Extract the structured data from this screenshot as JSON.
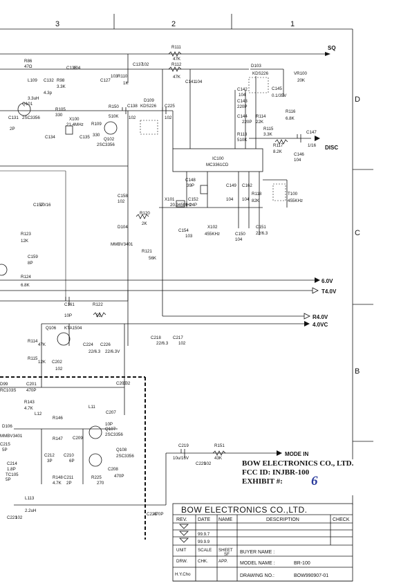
{
  "zones": {
    "top": [
      "3",
      "2",
      "1"
    ],
    "right": [
      "D",
      "C",
      "B"
    ]
  },
  "components": {
    "R111": "R111",
    "R111v": "47K",
    "R112": "R112",
    "R112v": "47K",
    "R86": "R86",
    "R86v": "47Ω",
    "C132": "C132",
    "C132v": "4.3p",
    "R98": "R98",
    "R98v": "3.3K",
    "L109": "L109",
    "L109v": "3.3uH",
    "C136": "C136",
    "C136v": "104",
    "C137": "C137",
    "C137v": "102",
    "C127": "C127",
    "C127v": "103",
    "R110": "R110",
    "R110v": "1K",
    "C141": "C141",
    "C141v": "104",
    "D103": "D103",
    "D103v": "KDS226",
    "C142": "C142",
    "C142v": "104",
    "C143": "C143",
    "C143v": "220P",
    "C145": "C145",
    "C145v": "0.1/35V",
    "VR100": "VR100",
    "VR100v": "20K",
    "Q101": "Q101",
    "Q101v": "2SC3356",
    "R105": "R105",
    "R105v": "330",
    "R150": "R150",
    "R150v": "510K",
    "C138": "C138",
    "C138v": "102",
    "D109": "D109",
    "D109v": "KDS226",
    "C225": "C225",
    "C225v": "102",
    "X100": "X100",
    "X100v": "21.4MHz",
    "R109": "R109",
    "R109v": "330",
    "Q102": "Q102",
    "Q102v": "2SC3356",
    "C131": "C131",
    "C131v": "2P",
    "C134": "C134",
    "C135": "C135",
    "C144": "C144",
    "C144v": "220P",
    "R114": "R114",
    "R114v": "22K",
    "R113": "R113",
    "R113v": "510K",
    "R115": "R115",
    "R115v": "3.3K",
    "R116": "R116",
    "R116v": "6.8K",
    "R117": "R117",
    "R117v": "8.2K",
    "C146": "C146",
    "C146v": "104",
    "C147": "C147",
    "C147v": "1/16",
    "IC100": "IC100",
    "IC100v": "MC3361CD",
    "C148": "C148",
    "C148v": "39P",
    "C152": "C152",
    "C152v": "24P",
    "X101": "X101",
    "X101v": "20.945MHz",
    "C154": "C154",
    "C154v": "103",
    "X102": "X102",
    "X102v": "455KHz",
    "C149": "C149",
    "C149v": "104",
    "C162": "C162",
    "C162v": "104",
    "R118": "R118",
    "R118v": "82K",
    "T100": "T100",
    "T100v": "455KHz",
    "C150": "C150",
    "C150v": "104",
    "C151": "C151",
    "C151v": "22/6.3",
    "C158": "C158",
    "C158v": "102",
    "R120": "R120",
    "R120v": "2K",
    "D104": "D104",
    "D104v": "MMBV3401",
    "R121": "R121",
    "R121v": "56K",
    "C159": "C159",
    "C159v": "8P",
    "R124": "R124",
    "R124v": "6.8K",
    "R123": "R123",
    "R123v": "12K",
    "C157": "C157",
    "C157v": "10/16",
    "C161": "C161",
    "C161v": "10P",
    "R122": "R122",
    "R122v": "51",
    "Q106": "Q106",
    "Q106v": "KTA1504",
    "R114b": "R114",
    "R114bv": "47K",
    "R115b": "R115",
    "R115bv": "12K",
    "C224": "C224",
    "C224v": "22/6.3",
    "C226": "C226",
    "C226v": "22/6.3V",
    "C218": "C218",
    "C218v": "22/6.3",
    "C217": "C217",
    "C217v": "102",
    "C202": "C202",
    "C202v": "102",
    "D99": "D99",
    "D99v": "RC103S",
    "C201": "C201",
    "C201v": "470P",
    "R143": "R143",
    "R143v": "4.7K",
    "L12": "L12",
    "C207": "C207",
    "C207v": "10P",
    "C205": "C205",
    "C205v": "102",
    "L11": "L11",
    "D106": "D106",
    "D106v": "MMBV3401",
    "R146": "R146",
    "R147": "R147",
    "Q107": "Q107",
    "Q107v": "2SC3356",
    "C209": "C209",
    "C212": "C212",
    "C212v": "3P",
    "C210": "C210",
    "C210v": "6P",
    "Q108": "Q108",
    "Q108v": "2SC3356",
    "C214": "C214",
    "C214v": "1.8P",
    "TC105": "TC105",
    "TC105v": "5P",
    "C215": "C215",
    "C215v": "5P",
    "L113": "L113",
    "L113v": "2.2uH",
    "C221": "C221",
    "C221v": "102",
    "C223": "C223",
    "C223v": "470P",
    "R148": "R148",
    "R148v": "4.7K",
    "C211": "C211",
    "C211v": "2P",
    "R225": "R225",
    "R225v": "270",
    "C208": "C208",
    "C208v": "470P",
    "C219": "C219",
    "C219v": "10u/16V",
    "R151": "R151",
    "R151v": "43K",
    "C229": "C229",
    "C229v": "102"
  },
  "signals": {
    "sq": "SQ",
    "disc": "DISC",
    "v6": "6.0V",
    "t4": "T4.0V",
    "r4": "R4.0V",
    "v4c": "4.0VC",
    "mode": "MODE IN"
  },
  "stamp": {
    "company": "BOW ELECTRONICS CO., LTD.",
    "fcc": "FCC ID: INJBR-100",
    "exhibit_label": "EXHIBIT #:",
    "exhibit_number": "6"
  },
  "title_block": {
    "company": "BOW ELECTRONICS CO.,LTD.",
    "rev_header": "REV.",
    "date_header": "DATE",
    "name_header": "NAME",
    "description_header": "DESCRIPTION",
    "check_header": "CHECK",
    "rev_dates": [
      "99.9.7",
      "99.9.9"
    ],
    "unit": "UNIT",
    "scale": "SCALE",
    "sheet": "SHEET",
    "sheet_value": "SF",
    "drw": "DRW.",
    "chk": "CHK.",
    "app": "APP.",
    "drawer": "H.Y.Cho",
    "buyer_label": "BUYER NAME :",
    "model_label": "MODEL NAME :",
    "model_value": "BR-100",
    "drawing_label": "DRAWING NO.:",
    "drawing_value": "BOW990907-01"
  }
}
